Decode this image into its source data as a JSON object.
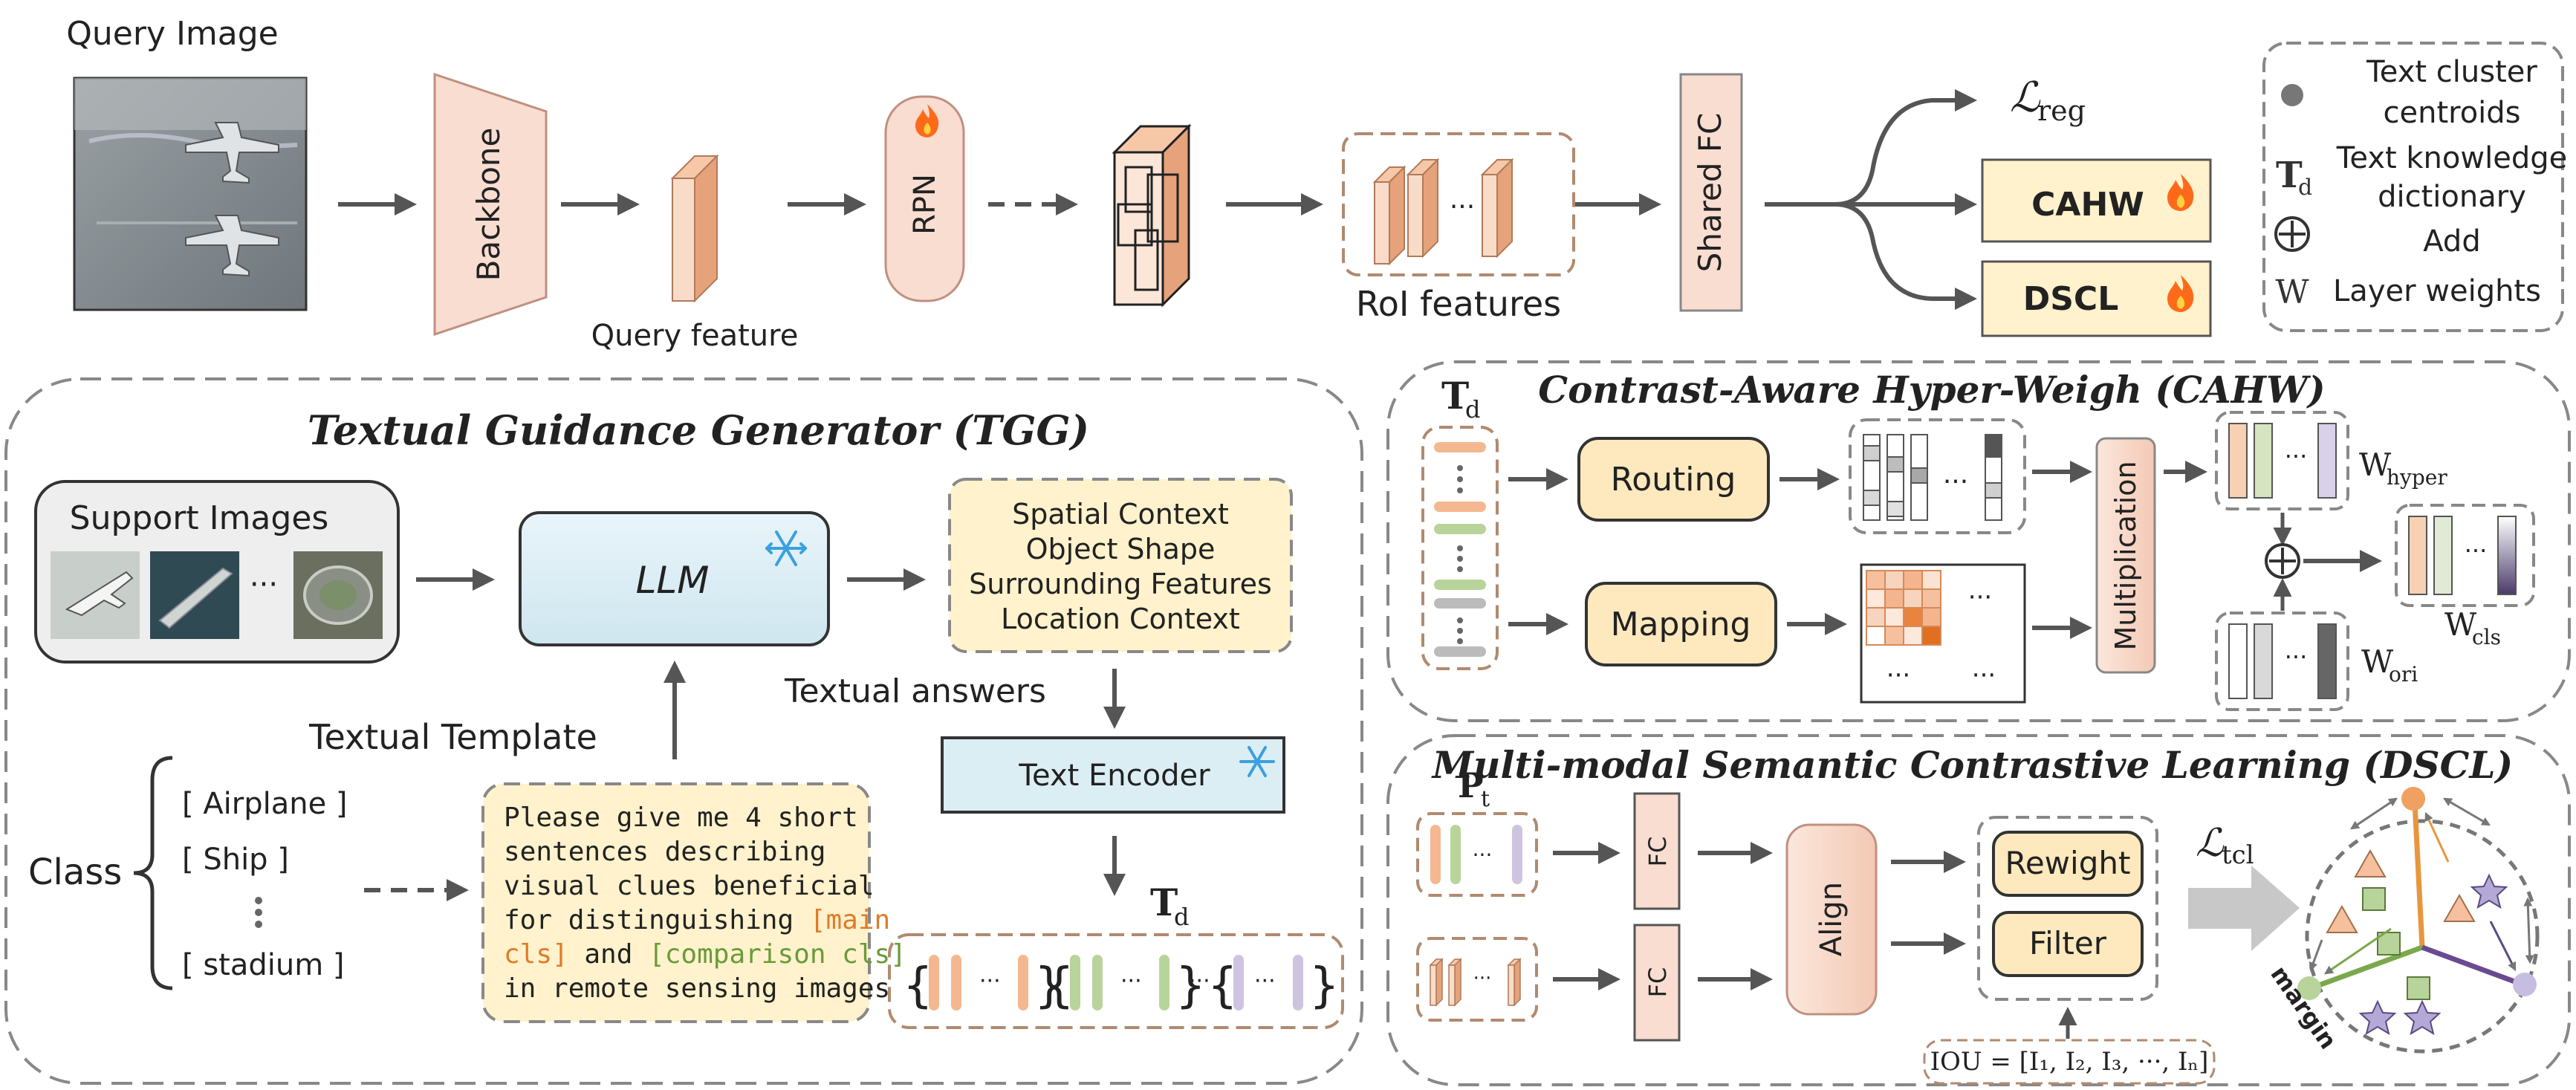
{
  "top": {
    "query_image_label": "Query Image",
    "backbone": "Backbone",
    "query_feature": "Query feature",
    "rpn": "RPN",
    "roi_features": "RoI features",
    "shared_fc": "Shared FC",
    "loss_reg_main": "ℒ",
    "loss_reg_sub": "reg",
    "cahw": "CAHW",
    "dscl": "DSCL"
  },
  "legend": {
    "items": [
      {
        "symbol": "●",
        "text_line1": "Text cluster",
        "text_line2": "centroids"
      },
      {
        "symbol": "T",
        "symbol_sub": "d",
        "text_line1": "Text knowledge",
        "text_line2": "dictionary"
      },
      {
        "symbol": "⊕",
        "text_line1": "Add",
        "text_line2": ""
      },
      {
        "symbol": "W",
        "text_line1": "Layer weights",
        "text_line2": ""
      }
    ]
  },
  "tgg": {
    "title": "Textual Guidance Generator (TGG)",
    "support_images": "Support Images",
    "dots": "···",
    "llm": "LLM",
    "context_lines": [
      "Spatial Context",
      "Object Shape",
      "Surrounding Features",
      "Location Context"
    ],
    "textual_answers": "Textual answers",
    "text_encoder": "Text Encoder",
    "textual_template": "Textual Template",
    "class_label": "Class",
    "classes": [
      {
        "name": "[ Airplane ]",
        "color": "#e07b2a"
      },
      {
        "name": "[   Ship   ]",
        "color": "#6a9a3a"
      },
      {
        "name": "[ stadium ]",
        "color": "#7a5aa0"
      }
    ],
    "prompt_lines": [
      {
        "parts": [
          {
            "t": "Please give me 4 short"
          }
        ]
      },
      {
        "parts": [
          {
            "t": "sentences describing"
          }
        ]
      },
      {
        "parts": [
          {
            "t": "visual clues beneficial"
          }
        ]
      },
      {
        "parts": [
          {
            "t": "for distinguishing "
          },
          {
            "t": "[main",
            "c": "orange"
          }
        ]
      },
      {
        "parts": [
          {
            "t": "cls]",
            "c": "orange"
          },
          {
            "t": " and "
          },
          {
            "t": "[comparison cls]",
            "c": "green"
          }
        ]
      },
      {
        "parts": [
          {
            "t": "in remote sensing images"
          }
        ]
      }
    ],
    "td_main": "T",
    "td_sub": "d"
  },
  "cahw": {
    "title": "Contrast-Aware Hyper-Weigh (CAHW)",
    "td_main": "T",
    "td_sub": "d",
    "routing": "Routing",
    "mapping": "Mapping",
    "multiplication": "Multiplication",
    "w_hyper_main": "W",
    "w_hyper_sub": "hyper",
    "w_cls_main": "W",
    "w_cls_sub": "cls",
    "w_ori_main": "W",
    "w_ori_sub": "ori",
    "dots": "···"
  },
  "dscl": {
    "title": "Multi-modal Semantic Contrastive Learning (DSCL)",
    "pt_main": "P",
    "pt_sub": "t",
    "fc": "FC",
    "align": "Align",
    "reweight": "Rewight",
    "filter": "Filter",
    "iou": "IOU = [I₁, I₂, I₃, ···, Iₙ]",
    "loss_main": "ℒ",
    "loss_sub": "tcl",
    "margin": "margin"
  },
  "colors": {
    "arrow": "#555555",
    "panel_border": "#888888",
    "peach": "#f8ddd0",
    "peach_border": "#c09080",
    "cream": "#fff2cc",
    "light_blue": "#dbeef4",
    "orange": "#e07b2a",
    "green": "#6a9a3a",
    "purple": "#7a5aa0"
  }
}
